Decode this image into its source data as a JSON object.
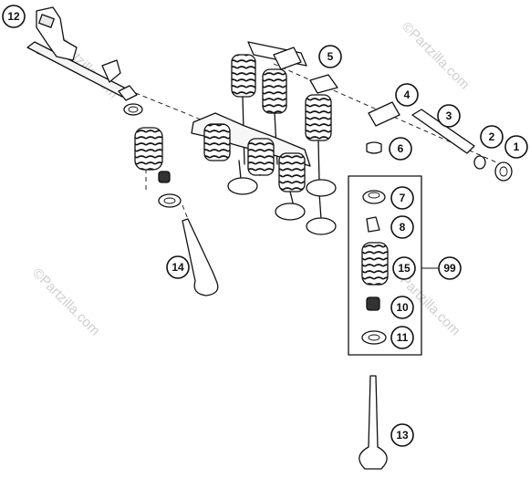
{
  "watermark": "©Partzilla.com",
  "callouts": [
    {
      "id": "1",
      "label": "1"
    },
    {
      "id": "2",
      "label": "2"
    },
    {
      "id": "3",
      "label": "3"
    },
    {
      "id": "4",
      "label": "4"
    },
    {
      "id": "5",
      "label": "5"
    },
    {
      "id": "6",
      "label": "6"
    },
    {
      "id": "7",
      "label": "7"
    },
    {
      "id": "8",
      "label": "8"
    },
    {
      "id": "10",
      "label": "10"
    },
    {
      "id": "11",
      "label": "11"
    },
    {
      "id": "12",
      "label": "12"
    },
    {
      "id": "13",
      "label": "13"
    },
    {
      "id": "14",
      "label": "14"
    },
    {
      "id": "15",
      "label": "15"
    },
    {
      "id": "99",
      "label": "99"
    }
  ]
}
